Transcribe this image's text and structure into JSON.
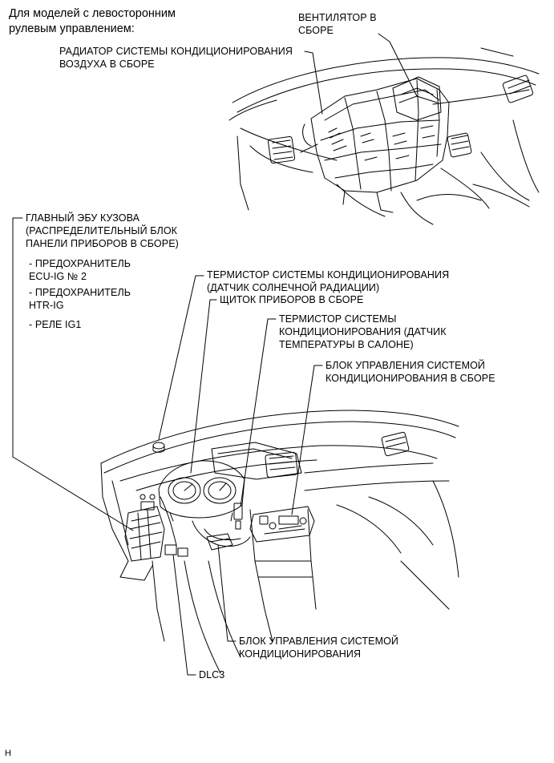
{
  "header": {
    "title": "Для моделей с левосторонним\nрулевым управлением:"
  },
  "labels": {
    "blower": "ВЕНТИЛЯТОР В\nСБОРЕ",
    "ac_radiator": "РАДИАТОР СИСТЕМЫ КОНДИЦИОНИРОВАНИЯ\nВОЗДУХА В СБОРЕ",
    "main_body_ecu": "ГЛАВНЫЙ ЭБУ КУЗОВА\n(РАСПРЕДЕЛИТЕЛЬНЫЙ БЛОК\nПАНЕЛИ ПРИБОРОВ В СБОРЕ)",
    "fuse_ecu_ig": "- ПРЕДОХРАНИТЕЛЬ\nECU-IG № 2",
    "fuse_htr_ig": "- ПРЕДОХРАНИТЕЛЬ\nHTR-IG",
    "relay_ig1": "- РЕЛЕ IG1",
    "solar_sensor": "ТЕРМИСТОР СИСТЕМЫ КОНДИЦИОНИРОВАНИЯ\n(ДАТЧИК СОЛНЕЧНОЙ РАДИАЦИИ)",
    "combination_meter": "ЩИТОК ПРИБОРОВ В СБОРЕ",
    "room_temp_sensor": "ТЕРМИСТОР СИСТЕМЫ\nКОНДИЦИОНИРОВАНИЯ (ДАТЧИК\nТЕМПЕРАТУРЫ В САЛОНЕ)",
    "ac_control_assembly": "БЛОК УПРАВЛЕНИЯ СИСТЕМОЙ\nКОНДИЦИОНИРОВАНИЯ В СБОРЕ",
    "ac_amplifier": "БЛОК УПРАВЛЕНИЯ СИСТЕМОЙ\nКОНДИЦИОНИРОВАНИЯ",
    "dlc3": "DLC3"
  },
  "figure_code": "H"
}
